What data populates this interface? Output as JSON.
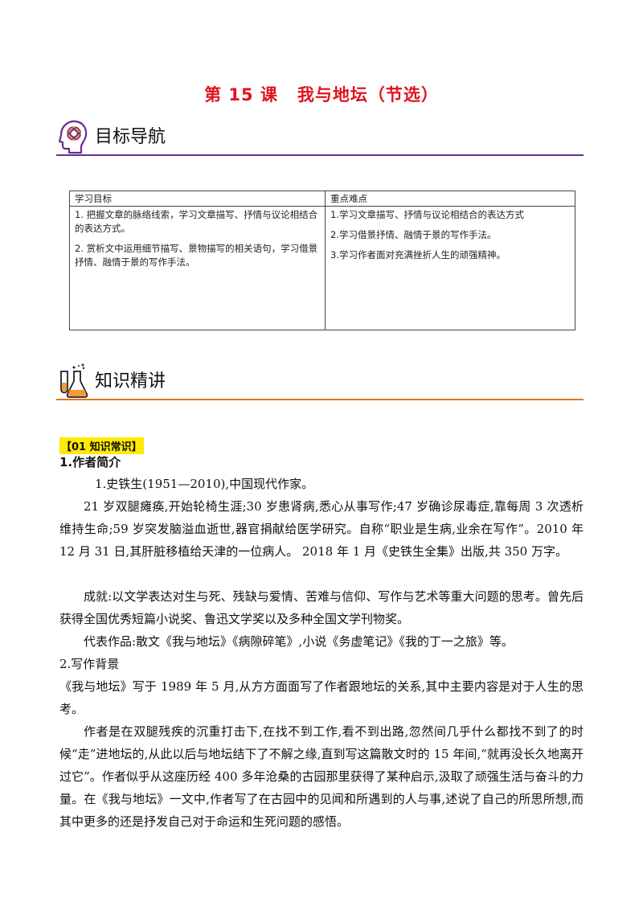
{
  "title": {
    "lesson": "第 15 课",
    "name": "我与地坛（节选）"
  },
  "section1": {
    "label": "目标导航",
    "icon": "brain-gear-icon"
  },
  "goals_table": {
    "col1_header": "学习目标",
    "col2_header": "重点难点",
    "col1_items": [
      "1. 把握文章的脉络线索，学习文章描写、抒情与议论相结合的表达方式。",
      "2. 赏析文中运用细节描写、景物描写的相关语句，学习借景抒情、融情于景的写作手法。"
    ],
    "col2_items": [
      "1.学习文章描写、抒情与议论相结合的表达方式",
      "2.学习借景抒情、融情于景的写作手法。",
      "3.学习作者面对充满挫折人生的顽强精神。"
    ]
  },
  "section2": {
    "label": "知识精讲",
    "icon": "flask-icon"
  },
  "badge": "【01 知识常识】",
  "heading1": "1.作者简介",
  "author_line": "1.史铁生(1951—2010),中国现代作家。",
  "paragraphs": [
    "21 岁双腿瘫痪,开始轮椅生涯;30 岁患肾病,悉心从事写作;47 岁确诊尿毒症,靠每周 3 次透析维持生命;59 岁突发脑溢血逝世,器官捐献给医学研究。自称“职业是生病,业余在写作”。2010 年 12 月 31 日,其肝脏移植给天津的一位病人。 2018 年 1 月《史铁生全集》出版,共 350 万字。",
    "成就:以文学表达对生与死、残缺与爱情、苦难与信仰、写作与艺术等重大问题的思考。曾先后获得全国优秀短篇小说奖、鲁迅文学奖以及多种全国文学刊物奖。",
    "代表作品:散文《我与地坛》《病隙碎笔》,小说《务虚笔记》《我的丁一之旅》等。"
  ],
  "heading2": "2.写作背景",
  "background": [
    "《我与地坛》写于 1989 年 5 月,从方方面面写了作者跟地坛的关系,其中主要内容是对于人生的思考。",
    "作者是在双腿残疾的沉重打击下,在找不到工作,看不到出路,忽然间几乎什么都找不到了的时候“走”进地坛的,从此以后与地坛结下了不解之缘,直到写这篇散文时的 15 年间,“就再没长久地离开过它”。作者似乎从这座历经 400 多年沧桑的古园那里获得了某种启示,汲取了顽强生活与奋斗的力量。在《我与地坛》一文中,作者写了在古园中的见闻和所遇到的人与事,述说了自己的所思所想,而其中更多的还是抒发自己对于命运和生死问题的感悟。"
  ],
  "colors": {
    "title": "#e0141e",
    "rule1": "#6a2c91",
    "rule2": "#e5751f",
    "badge": "#ffea00"
  }
}
